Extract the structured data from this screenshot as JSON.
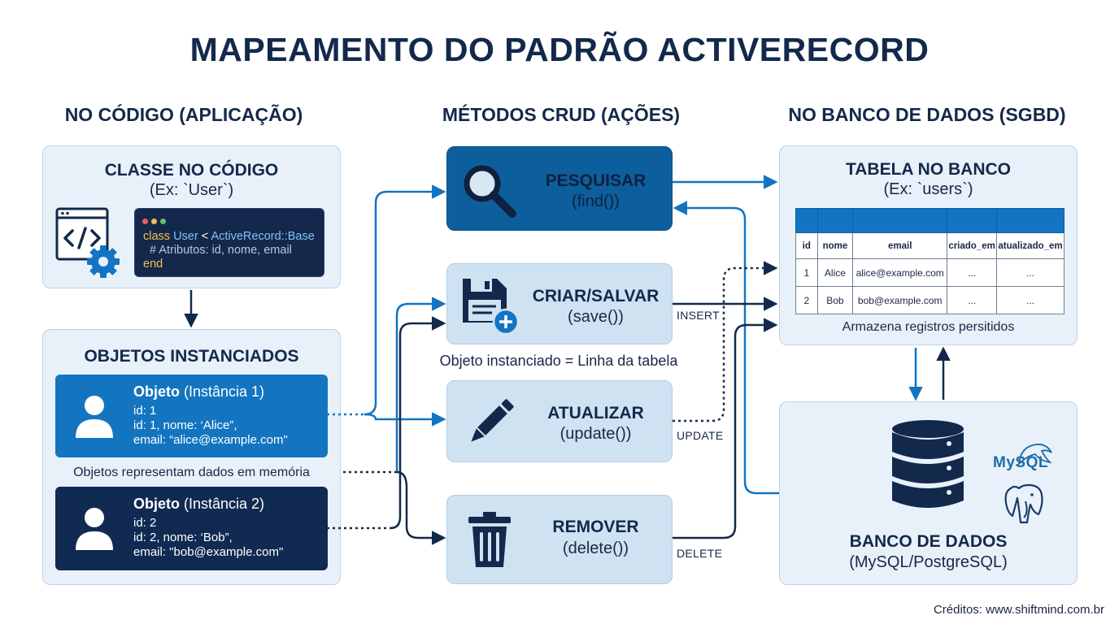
{
  "title": "MAPEAMENTO DO PADRÃO ACTIVERECORD",
  "columns": {
    "app": "NO CÓDIGO (APLICAÇÃO)",
    "crud": "MÉTODOS CRUD (AÇÕES)",
    "db": "NO BANCO DE DADOS (SGBD)"
  },
  "class_box": {
    "title": "CLASSE NO CÓDIGO",
    "subtitle": "(Ex: `User`)",
    "code": {
      "line1_kw": "class",
      "line1_name": "User",
      "line1_op": "<",
      "line1_base": "ActiveRecord::Base",
      "line2": "# Atributos: id, nome, email",
      "line3": "end"
    }
  },
  "objects_box": {
    "title": "OBJETOS INSTANCIADOS",
    "note": "Objetos representam dados em memória",
    "instances": [
      {
        "label_bold": "Objeto",
        "label_rest": " (Instância 1)",
        "line1": "id: 1",
        "line2": "id: 1, nome: ‘Alice”,",
        "line3": "email: “alice@example.com\""
      },
      {
        "label_bold": "Objeto",
        "label_rest": " (Instância 2)",
        "line1": "id: 2",
        "line2": "id: 2, nome: ‘Bob”,",
        "line3": "email: \"bob@example.com\""
      }
    ]
  },
  "crud": {
    "find": {
      "label": "PESQUISAR",
      "method": "(find())"
    },
    "save": {
      "label": "CRIAR/SALVAR",
      "method": "(save())"
    },
    "update": {
      "label": "ATUALIZAR",
      "method": "(update())"
    },
    "delete": {
      "label": "REMOVER",
      "method": "(delete())"
    },
    "middle_note": "Objeto instanciado = Linha da tabela"
  },
  "flows": {
    "insert": "INSERT",
    "update": "UPDATE",
    "delete": "DELETE"
  },
  "table_box": {
    "title": "TABELA NO BANCO",
    "subtitle": "(Ex: `users`)",
    "headers": [
      "id",
      "nome",
      "email",
      "criado_em",
      "atualizado_em"
    ],
    "rows": [
      [
        "1",
        "Alice",
        "alice@example.com",
        "...",
        "..."
      ],
      [
        "2",
        "Bob",
        "bob@example.com",
        "...",
        "..."
      ]
    ],
    "note": "Armazena registros persitidos"
  },
  "db_box": {
    "title": "BANCO DE DADOS",
    "subtitle": "(MySQL/PostgreSQL)",
    "mysql_logo": "MySQL"
  },
  "credits": "Créditos: www.shiftmind.com.br",
  "colors": {
    "navy": "#13294b",
    "blue": "#0d5e9c",
    "light_panel": "#e8f1f9",
    "crud_panel": "#cfe2f2",
    "instance2": "#112a52",
    "instance1": "#1375c0"
  }
}
